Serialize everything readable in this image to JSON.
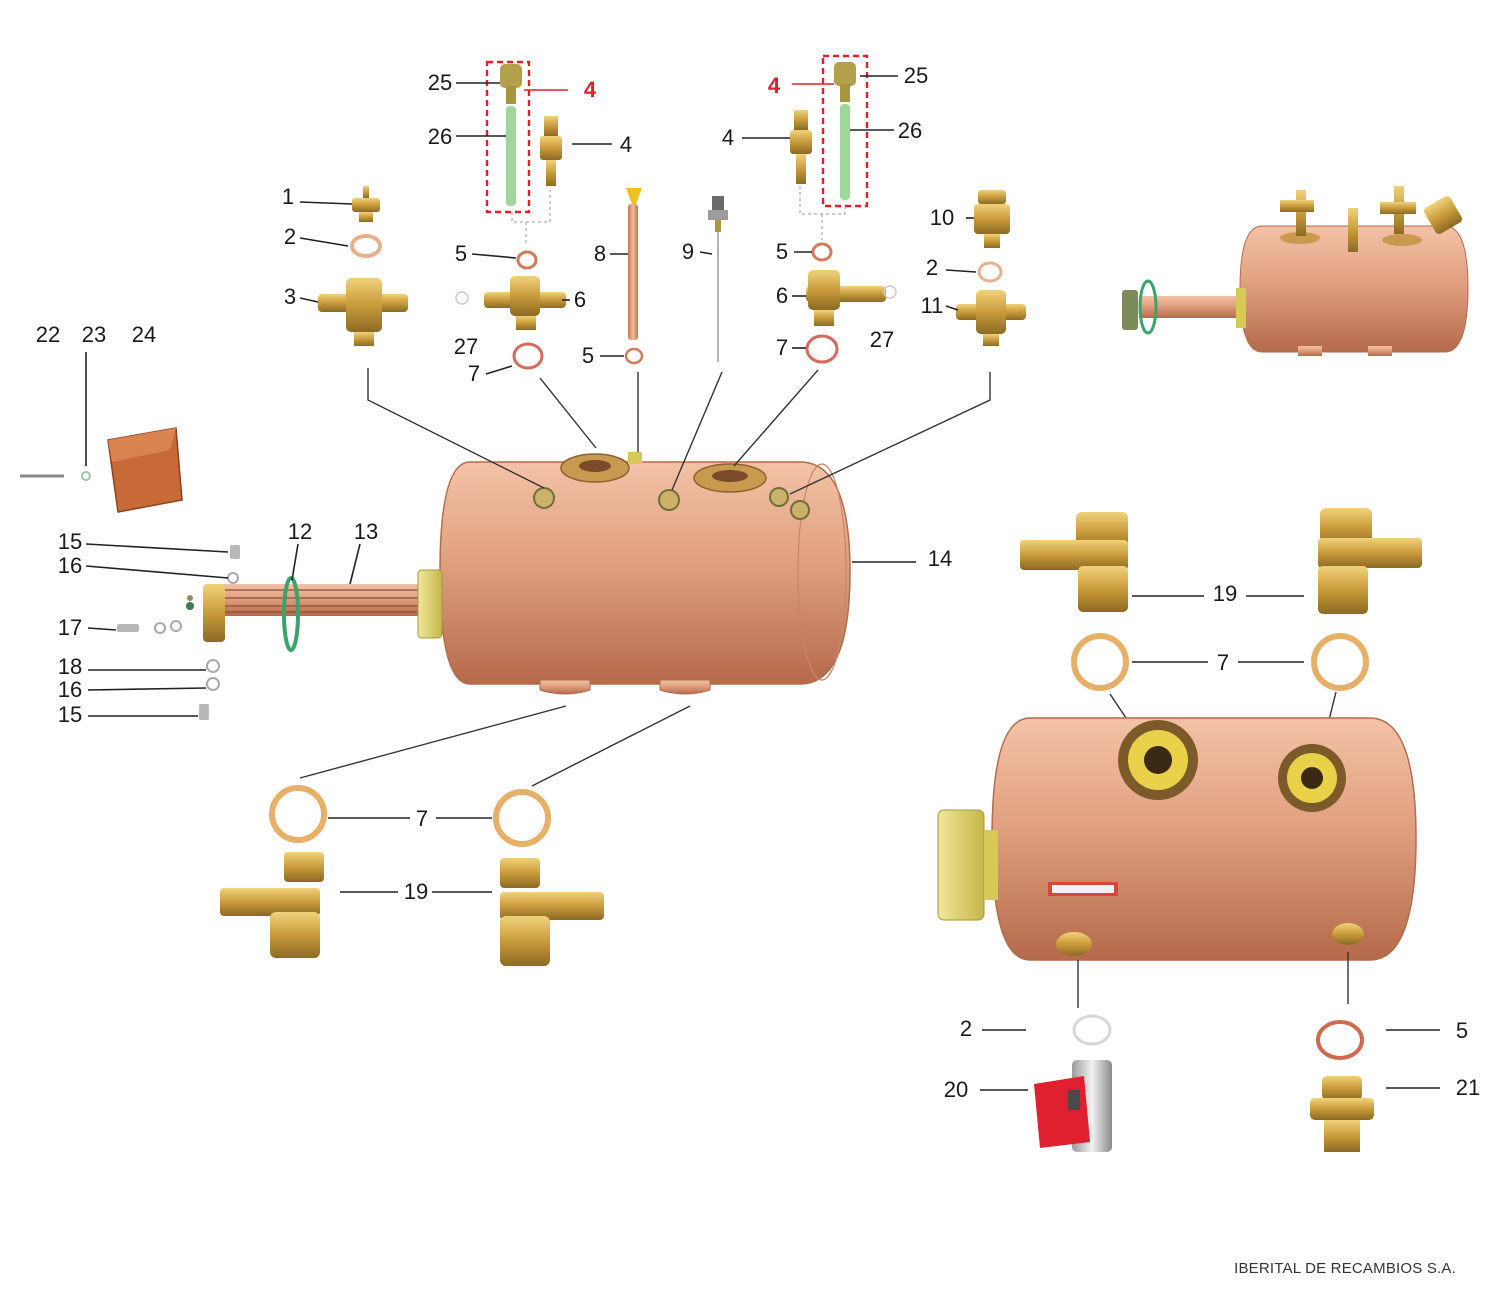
{
  "footer": {
    "company": "IBERITAL DE RECAMBIOS S.A."
  },
  "labels": {
    "p1": "1",
    "p2": "2",
    "p3": "3",
    "p4": "4",
    "p5": "5",
    "p6": "6",
    "p7": "7",
    "p8": "8",
    "p9": "9",
    "p10": "10",
    "p11": "11",
    "p12": "12",
    "p13": "13",
    "p14": "14",
    "p15": "15",
    "p16": "16",
    "p17": "17",
    "p18": "18",
    "p19": "19",
    "p20": "20",
    "p21": "21",
    "p22": "22",
    "p23": "23",
    "p24": "24",
    "p25": "25",
    "p26": "26",
    "p27": "27"
  },
  "colors": {
    "copper": "#d9906e",
    "brass": "#c99b3b",
    "highlight": "#e0202a",
    "tube": "#9fd69a"
  }
}
